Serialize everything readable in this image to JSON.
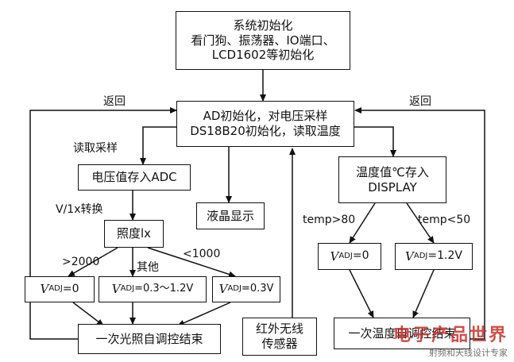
{
  "nodes": {
    "init": [
      "系统初始化",
      "看门狗、振荡器、IO端口、",
      "LCD1602等初始化"
    ],
    "ad": [
      "AD初始化，对电压采样",
      "DS18B20初始化，读取温度"
    ],
    "adc": "电压值存入ADC",
    "lcd": "液晶显示",
    "temp": [
      "温度值℃存入",
      "DISPLAY"
    ],
    "lx": "照度lx",
    "v0": {
      "sym": "V",
      "sub": "ADJ",
      "val": "=0"
    },
    "vmid": {
      "sym": "V",
      "sub": "ADJ",
      "val": "=0.3～1.2V"
    },
    "v03": {
      "sym": "V",
      "sub": "ADJ",
      "val": "=0.3V"
    },
    "tv0": {
      "sym": "V",
      "sub": "ADJ",
      "val": "=0"
    },
    "tv12": {
      "sym": "V",
      "sub": "ADJ",
      "val": "=1.2V"
    },
    "light_end": "一次光照自调控结束",
    "ir": [
      "红外无线",
      "传感器"
    ],
    "temp_end": "一次温度自调控结束"
  },
  "labels": {
    "return_left": "返回",
    "return_right": "返回",
    "read_sample": "读取采样",
    "convert": "V/1x转换",
    "gt2000": ">2000",
    "other": "其他",
    "lt1000": "<1000",
    "temp_gt80": "temp>80",
    "temp_lt50": "temp<50"
  },
  "watermark": {
    "title": "电子产品世界",
    "subtitle": "射频和天线设计专家"
  }
}
